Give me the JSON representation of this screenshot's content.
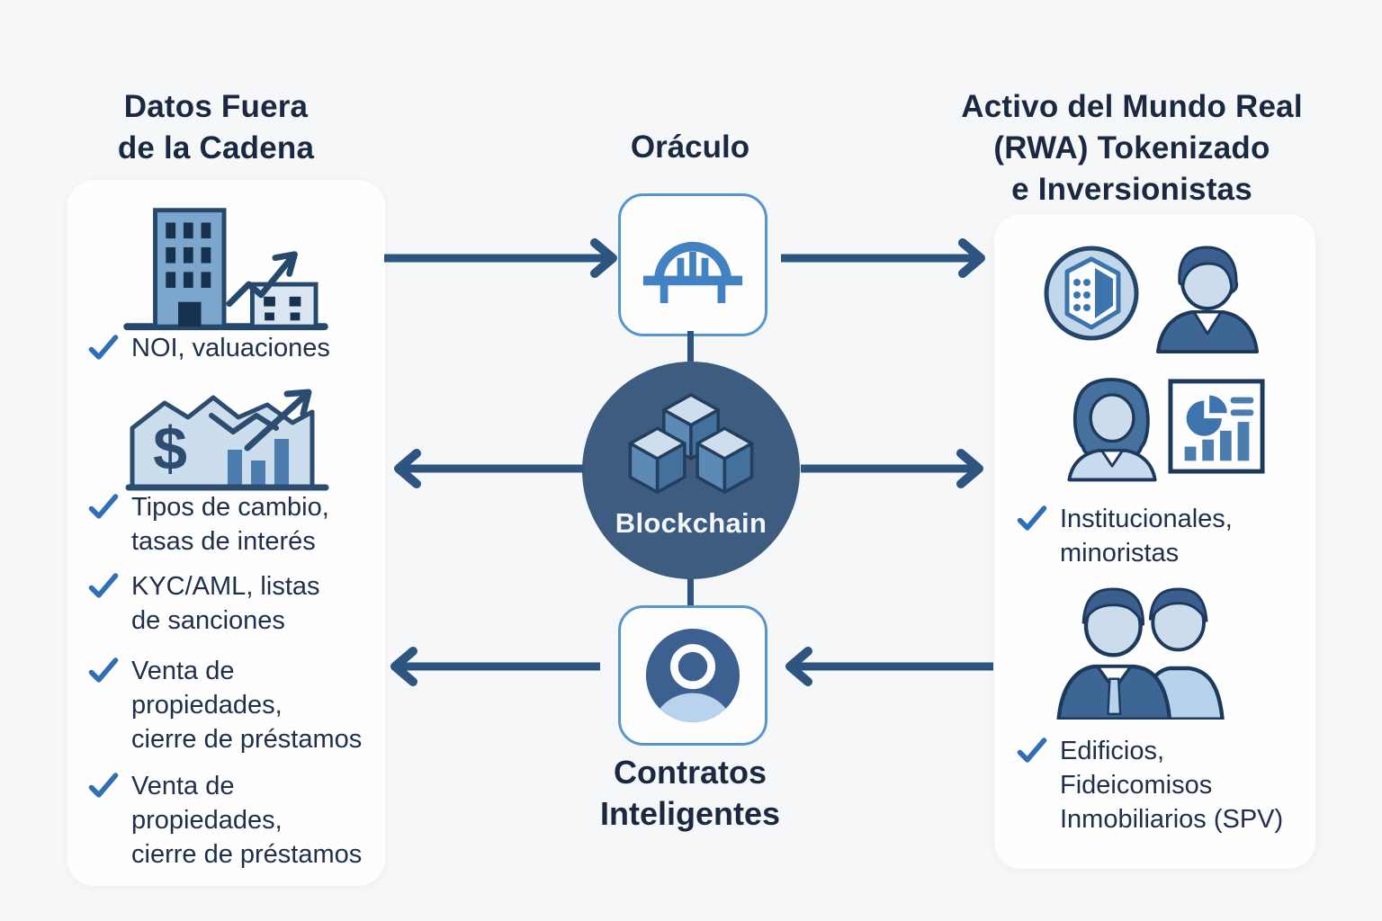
{
  "diagram": {
    "left": {
      "title": "Datos Fuera\nde la Cadena",
      "items": [
        "NOI, valuaciones",
        "Tipos de cambio,\ntasas de interés",
        "KYC/AML, listas\nde sanciones",
        "Venta de\npropiedades,\ncierre de préstamos",
        "Venta de\npropiedades,\ncierre de préstamos"
      ]
    },
    "center": {
      "oracle_title": "Oráculo",
      "blockchain_label": "Blockchain",
      "contracts_title": "Contratos\nInteligentes"
    },
    "right": {
      "title": "Activo del Mundo Real\n(RWA) Tokenizado\ne Inversionistas",
      "items": [
        "Institucionales,\nminoristas",
        "Edificios,\nFideicomisos\nInmobiliarios (SPV)"
      ]
    },
    "icon_symbols": {
      "dollar": "$"
    },
    "icon_names": [
      "building-growth-icon",
      "finance-chart-icon",
      "bridge-icon",
      "cubes-icon",
      "person-avatar-icon",
      "token-building-icon",
      "male-investor-icon",
      "female-analyst-icon",
      "presentation-chart-icon",
      "two-investors-icon",
      "checkmark-icon"
    ],
    "colors": {
      "background": "#f6f7f9",
      "card": "#fefefe",
      "title_text": "#1b2940",
      "item_text": "#20304a",
      "arrow": "#2d5580",
      "check": "#2f6fb5",
      "box_border": "#5795cd",
      "bridge": "#4282c2",
      "blockchain_circle": "#3d5c80"
    }
  }
}
